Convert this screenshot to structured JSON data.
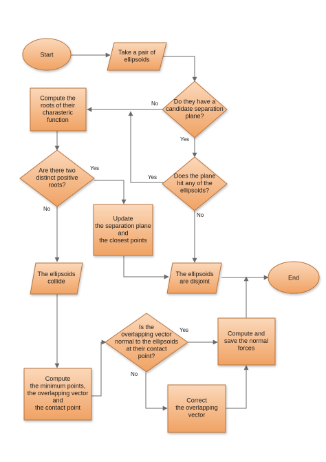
{
  "nodes": {
    "start": "Start",
    "take_pair": [
      "Take a pair of",
      "ellipsoids"
    ],
    "candidate_plane": [
      "Do they have a",
      "candidate separation",
      "plane?"
    ],
    "compute_roots": [
      "Compute the",
      "roots of their",
      "charasteric",
      "function"
    ],
    "two_roots": [
      "Are there two",
      "distinct positive",
      "roots?"
    ],
    "plane_hit": [
      "Does the plane",
      "hit any of the",
      "ellipsoids?"
    ],
    "update_plane": [
      "Update",
      "the separation plane",
      "and",
      "the closest points"
    ],
    "collide": [
      "The ellipsoids",
      "collide"
    ],
    "disjoint": [
      "The ellipsoids",
      "are disjoint"
    ],
    "end": "End",
    "overlap_normal": [
      "Is the",
      "overlapping vector",
      "normal to the ellipsoids",
      "at their contact",
      "point?"
    ],
    "compute_forces": [
      "Compute and",
      "save the normal",
      "forces"
    ],
    "compute_min": [
      "Compute",
      "the minimum points,",
      "the overlapping vector",
      "and",
      "the contact point"
    ],
    "correct_vector": [
      "Correct",
      "the overlapping",
      "vector"
    ]
  },
  "edge_labels": {
    "candidate_no": "No",
    "candidate_yes": "Yes",
    "roots_yes": "Yes",
    "roots_no": "No",
    "hit_yes": "Yes",
    "hit_no": "No",
    "normal_yes": "Yes",
    "normal_no": "No"
  },
  "colors": {
    "fill_light": "#fbd6b6",
    "fill_dark": "#f2a56a",
    "stroke": "#b8733a",
    "line": "#6a6a6a"
  }
}
